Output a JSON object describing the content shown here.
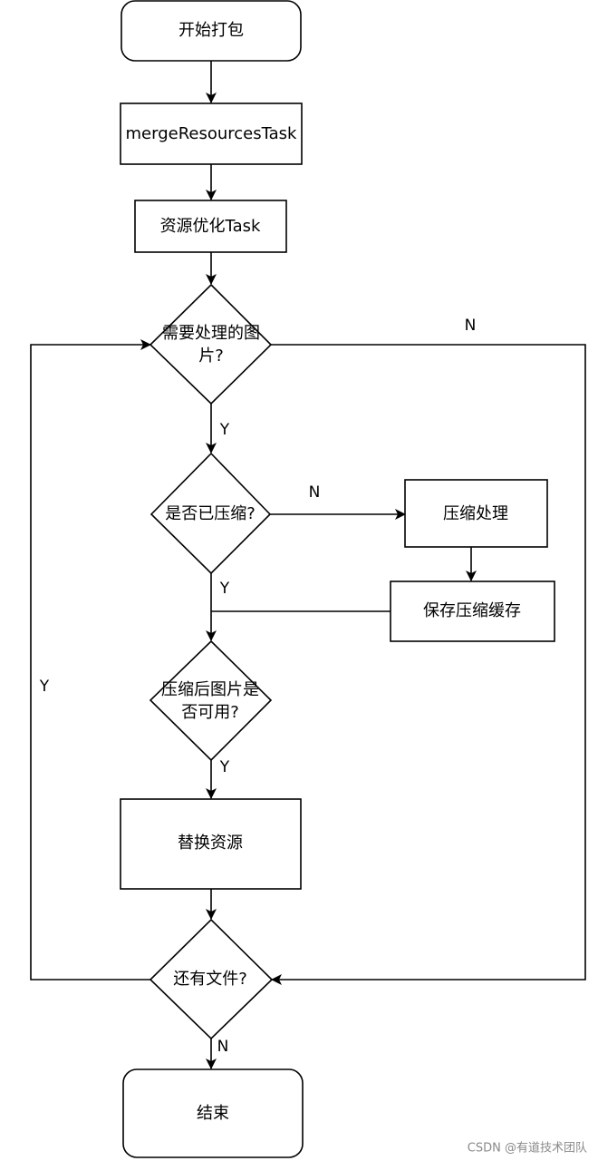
{
  "diagram": {
    "nodes": {
      "start": "开始打包",
      "merge": "mergeResourcesTask",
      "optimize": "资源优化Task",
      "need_process_line1": "需要处理的图",
      "need_process_line2": "片?",
      "compressed": "是否已压缩?",
      "compress": "压缩处理",
      "save_cache": "保存压缩缓存",
      "usable_line1": "压缩后图片是",
      "usable_line2": "否可用?",
      "replace": "替换资源",
      "more_files": "还有文件?",
      "end": "结束"
    },
    "edge_labels": {
      "need_process_no": "N",
      "need_process_yes": "Y",
      "compressed_no": "N",
      "compressed_yes": "Y",
      "usable_yes": "Y",
      "more_files_yes": "Y",
      "more_files_no": "N"
    }
  },
  "watermark": "CSDN @有道技术团队"
}
